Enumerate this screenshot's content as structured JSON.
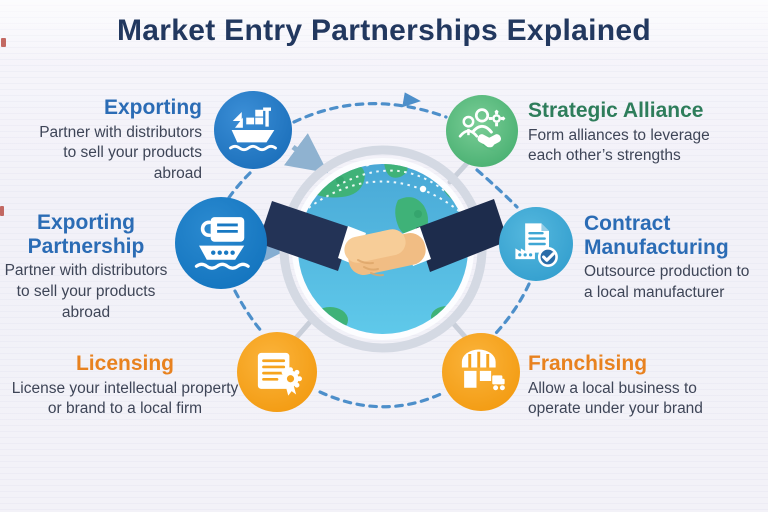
{
  "title": "Market Entry Partnerships Explained",
  "center": {
    "icon": "globe-handshake"
  },
  "nodes": [
    {
      "id": "exporting",
      "heading_lines": [
        "Exporting"
      ],
      "desc_lines": [
        "Partner with distributors",
        "to sell your products abroad"
      ],
      "icon": "cargo-ship-icon",
      "heading_color": "#2b6cb5",
      "circle_color": "#2277c2"
    },
    {
      "id": "strategic-alliance",
      "heading_lines": [
        "Strategic Alliance"
      ],
      "desc_lines": [
        "Form alliances to leverage",
        "each other’s strengths"
      ],
      "icon": "people-gear-handshake-icon",
      "heading_color": "#2e7d5b",
      "circle_color": "#57ba7e"
    },
    {
      "id": "exporting-partnership",
      "heading_lines": [
        "Exporting",
        "Partnership"
      ],
      "desc_lines": [
        "Partner with distributors",
        "to sell your products abroad"
      ],
      "icon": "ship-crate-crane-icon",
      "heading_color": "#2b6cb5",
      "circle_color": "#1879c3"
    },
    {
      "id": "contract-manufacturing",
      "heading_lines": [
        "Contract",
        "Manufacturing"
      ],
      "desc_lines": [
        "Outsource production to",
        "a local manufacturer"
      ],
      "icon": "factory-document-check-icon",
      "heading_color": "#2b6cb5",
      "circle_color": "#3ea6d4"
    },
    {
      "id": "licensing",
      "heading_lines": [
        "Licensing"
      ],
      "desc_lines": [
        "License your intellectual property",
        "or brand to a local firm"
      ],
      "icon": "certificate-ribbon-icon",
      "heading_color": "#e8821f",
      "circle_color": "#f6a41e"
    },
    {
      "id": "franchising",
      "heading_lines": [
        "Franchising"
      ],
      "desc_lines": [
        "Allow a local business to",
        "operate under your brand"
      ],
      "icon": "storefront-truck-icon",
      "heading_color": "#e8821f",
      "circle_color": "#f6a41e"
    }
  ],
  "colors": {
    "title": "#22385f",
    "body_text": "#3e4557",
    "dashed_connector": "#4d8fca",
    "spoke_gray": "#c9cfda",
    "arrow_steel": "#8fb2d0",
    "arrow_gray": "#a9b2c1",
    "ring": "#d4d9e3",
    "globe_ocean": "#4aa9d6",
    "globe_land": "#3fb278",
    "suit_navy": "#223356",
    "background": "#f2f1f8"
  }
}
